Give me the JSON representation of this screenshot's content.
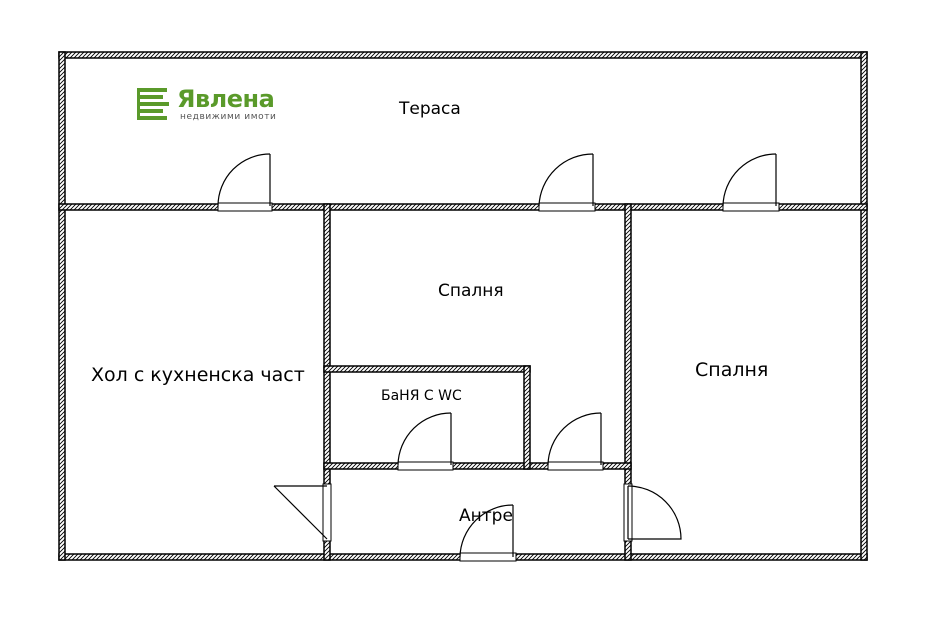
{
  "brand": {
    "name": "Явлена",
    "tagline": "недвижими имоти",
    "color": "#5a9a2a",
    "tagline_color": "#555555"
  },
  "rooms": {
    "terrace": "Тераса",
    "living": "Хол с кухненска част",
    "bedroom_center": "Спалня",
    "bedroom_right": "Спалня",
    "bathroom": "БаНЯ С WC",
    "hall": "Антре"
  },
  "colors": {
    "wall": "#000000",
    "background": "#ffffff"
  }
}
